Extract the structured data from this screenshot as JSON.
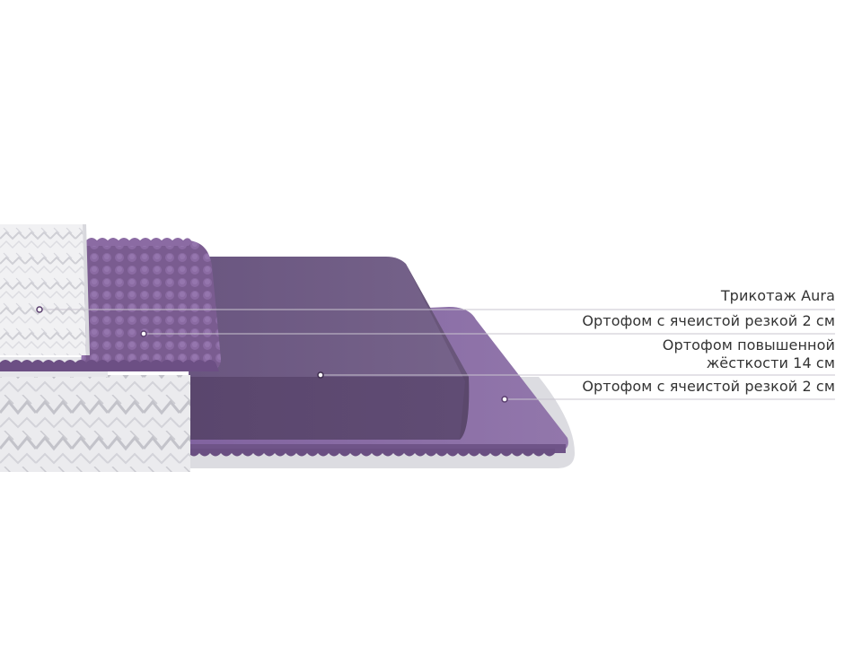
{
  "layers": [
    {
      "id": "knit",
      "name": "Трикотаж Aura",
      "lines": [
        "Трикотаж Aura"
      ]
    },
    {
      "id": "top-foam",
      "name": "Ортофом с ячеистой резкой 2 см",
      "lines": [
        "Ортофом с ячеистой резкой 2 см"
      ]
    },
    {
      "id": "core",
      "name": "Ортофом повышенной жёсткости 14 см",
      "lines": [
        "Ортофом повышенной",
        "жёсткости 14 см"
      ]
    },
    {
      "id": "bottom-foam",
      "name": "Ортофом с ячеистой резкой 2 см",
      "lines": [
        "Ортофом с ячеистой резкой 2 см"
      ]
    }
  ],
  "colors": {
    "knit": "#eeeeef",
    "top_foam": "#7d5f93",
    "core_top": "#6e5a82",
    "core_front": "#5c4870",
    "bottom_foam": "#8a6da3",
    "cover_base": "#dfdfe3",
    "leader_line": "#c9c4cf",
    "marker_fill": "#ffffff",
    "marker_ring": "#5a3f6e",
    "text": "#333333"
  }
}
